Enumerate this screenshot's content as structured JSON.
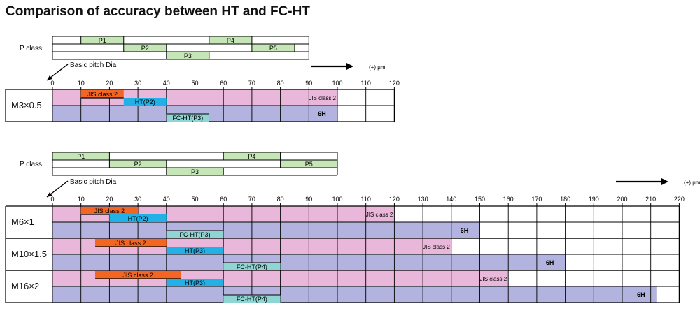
{
  "title": "Comparison of accuracy between HT and FC-HT",
  "chart_data": {
    "type": "bar",
    "units": "(+) μm",
    "basic_label": "Basic pitch Dia",
    "pclass_label": "P class",
    "colors": {
      "jis": "#e9b7d9",
      "jis_tag": "#f26522",
      "six_h": "#b3b3df",
      "ht": "#22b1e6",
      "fc": "#8fd5d3",
      "p": "#c7e6b8",
      "grid": "#000000"
    },
    "charts": [
      {
        "axis_max": 120,
        "axis_ticks": [
          0,
          10,
          20,
          30,
          40,
          50,
          60,
          70,
          80,
          90,
          100,
          110,
          120
        ],
        "pclass": [
          {
            "label": "P1",
            "from": 10,
            "to": 25,
            "row": 0
          },
          {
            "label": "P2",
            "from": 25,
            "to": 40,
            "row": 1
          },
          {
            "label": "P3",
            "from": 40,
            "to": 55,
            "row": 2
          },
          {
            "label": "P4",
            "from": 55,
            "to": 70,
            "row": 0
          },
          {
            "label": "P5",
            "from": 70,
            "to": 85,
            "row": 1
          }
        ],
        "pclass_extent": 90,
        "sizes": [
          {
            "label": "M3×0.5",
            "jis_class2": {
              "label": "JIS class 2",
              "from": 10,
              "to": 25,
              "end": 100,
              "end_label": "JIS class 2"
            },
            "ht": {
              "label": "HT(P2)",
              "from": 25,
              "to": 40
            },
            "fc_ht": {
              "label": "FC-HT(P3)",
              "from": 40,
              "to": 55
            },
            "six_h": {
              "label": "6H",
              "end": 100
            }
          }
        ]
      },
      {
        "axis_max": 220,
        "axis_ticks": [
          0,
          10,
          20,
          30,
          40,
          50,
          60,
          70,
          80,
          90,
          100,
          110,
          120,
          130,
          140,
          150,
          160,
          170,
          180,
          190,
          200,
          210,
          220
        ],
        "pclass": [
          {
            "label": "P1",
            "from": 0,
            "to": 20,
            "row": 0
          },
          {
            "label": "P2",
            "from": 20,
            "to": 40,
            "row": 1
          },
          {
            "label": "P3",
            "from": 40,
            "to": 60,
            "row": 2
          },
          {
            "label": "P4",
            "from": 60,
            "to": 80,
            "row": 0
          },
          {
            "label": "P5",
            "from": 80,
            "to": 100,
            "row": 1
          }
        ],
        "pclass_extent": 100,
        "sizes": [
          {
            "label": "M6×1",
            "jis_class2": {
              "label": "JIS class 2",
              "from": 10,
              "to": 30,
              "end": 120,
              "end_label": "JIS class 2"
            },
            "ht": {
              "label": "HT(P2)",
              "from": 20,
              "to": 40
            },
            "fc_ht": {
              "label": "FC-HT(P3)",
              "from": 40,
              "to": 60
            },
            "six_h": {
              "label": "6H",
              "end": 150
            }
          },
          {
            "label": "M10×1.5",
            "jis_class2": {
              "label": "JIS class 2",
              "from": 15,
              "to": 40,
              "end": 140,
              "end_label": "JIS class 2"
            },
            "ht": {
              "label": "HT(P3)",
              "from": 40,
              "to": 60
            },
            "fc_ht": {
              "label": "FC-HT(P4)",
              "from": 60,
              "to": 80
            },
            "six_h": {
              "label": "6H",
              "end": 180
            }
          },
          {
            "label": "M16×2",
            "jis_class2": {
              "label": "JIS class 2",
              "from": 15,
              "to": 45,
              "end": 160,
              "end_label": "JIS class 2"
            },
            "ht": {
              "label": "HT(P3)",
              "from": 40,
              "to": 60
            },
            "fc_ht": {
              "label": "FC-HT(P4)",
              "from": 60,
              "to": 80
            },
            "six_h": {
              "label": "6H",
              "end": 212
            }
          }
        ]
      }
    ]
  }
}
